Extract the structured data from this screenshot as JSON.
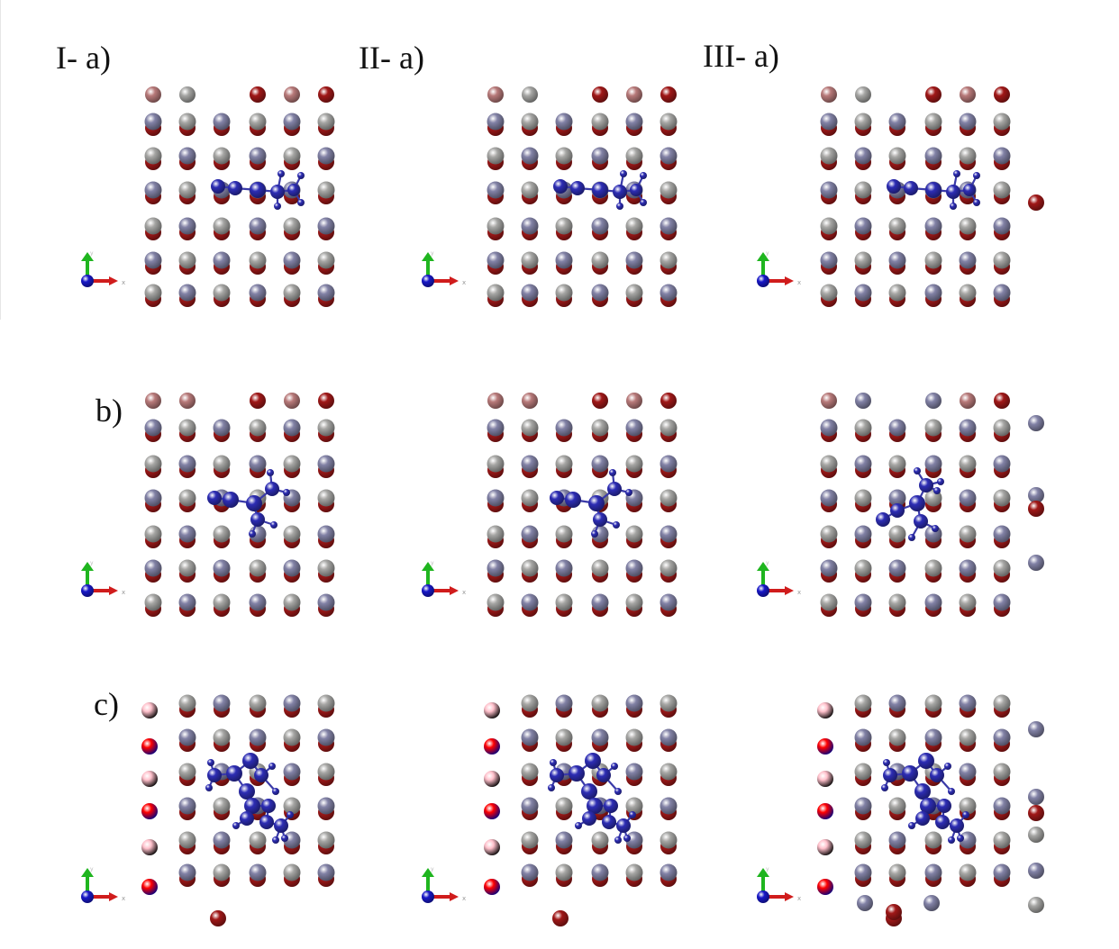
{
  "labels": {
    "col1_row1": "I- a)",
    "col2_row1": "II- a)",
    "col3_row1": "III- a)",
    "row2": "b)",
    "row3": "c)"
  },
  "axis_glyph": {
    "x": "x",
    "y": "y"
  },
  "colors": {
    "background": "#ffffff",
    "atom_red": "#a01818",
    "atom_grey": "#a6a6a4",
    "atom_blue_grey": "#8282a6",
    "atom_pink": "#b87a7a",
    "molecule_blue": "#2d2db4",
    "axis_green": "#1fb51f",
    "axis_red": "#d01c1c",
    "axis_blue": "#1818c8"
  },
  "figure": {
    "columns": [
      "I",
      "II",
      "III"
    ],
    "rows": [
      "a",
      "b",
      "c"
    ],
    "molecule_orientation": {
      "a": "flat-horizontal",
      "b": "tilted",
      "c": "compact-ring-cluster"
    }
  }
}
